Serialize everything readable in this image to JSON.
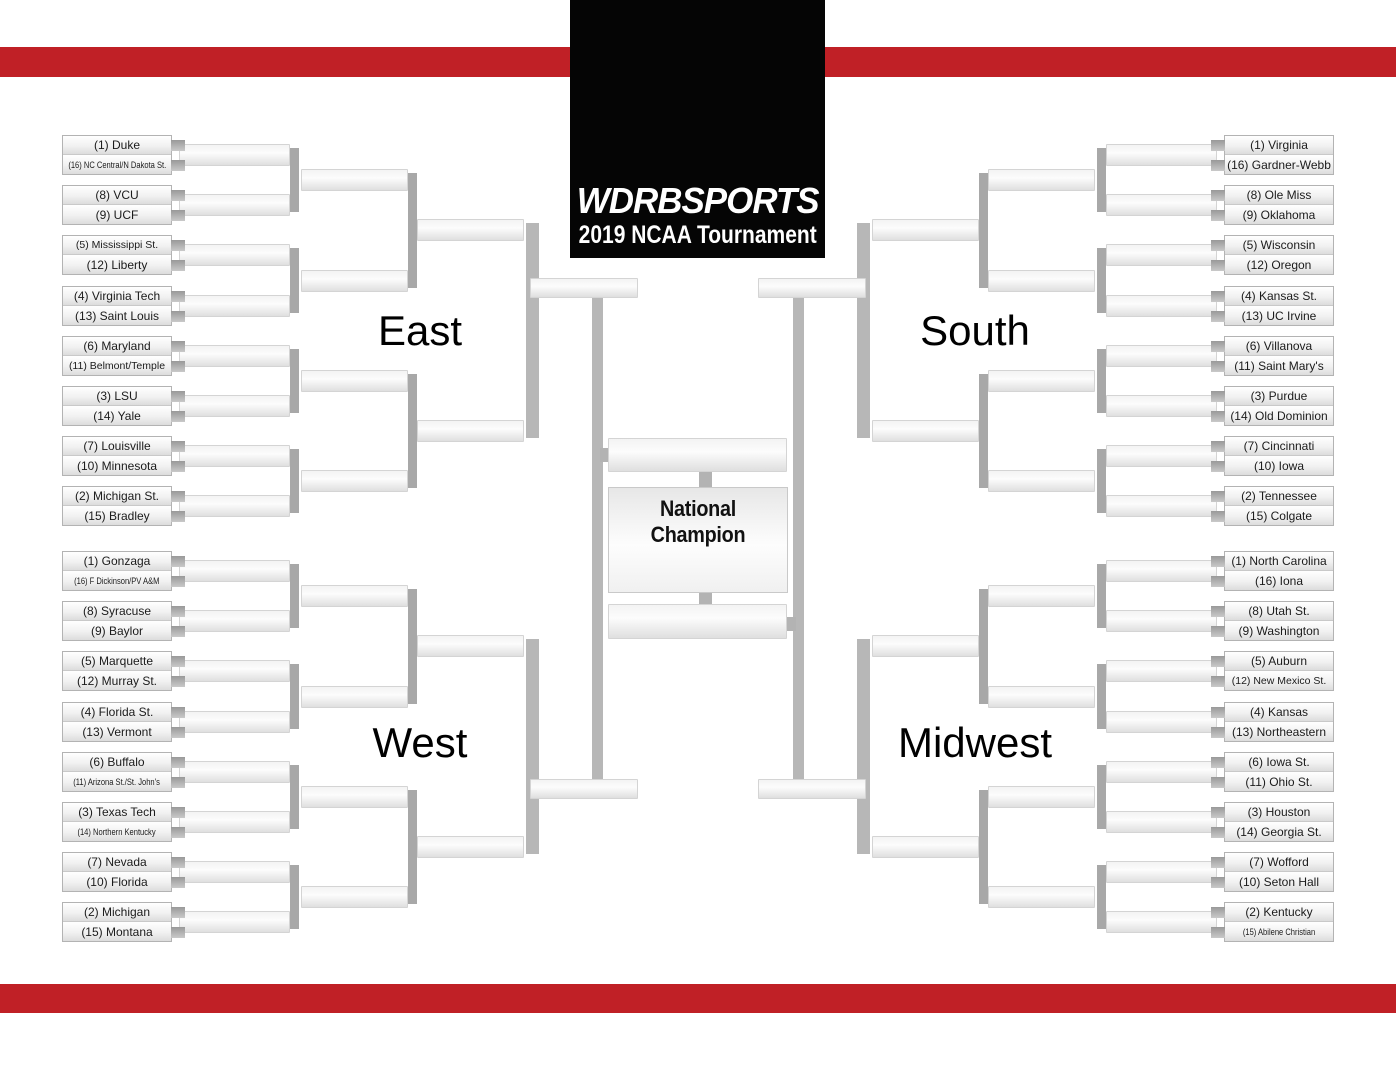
{
  "page": {
    "background": "#ffffff",
    "accent_red": "#c02026",
    "bracket_gray": "#b7b7b7",
    "logo_background": "#050505"
  },
  "header": {
    "title_bold": "WDRB",
    "title_italic": "SPORTS",
    "subtitle": "2019 NCAA Tournament"
  },
  "center": {
    "champion_label": "National Champion"
  },
  "regions": [
    {
      "id": "east",
      "label": "East",
      "side": "left",
      "position": "top",
      "matchups": [
        [
          "(1) Duke",
          "(16) NC Central/N Dakota St."
        ],
        [
          "(8) VCU",
          "(9) UCF"
        ],
        [
          "(5) Mississippi St.",
          "(12) Liberty"
        ],
        [
          "(4) Virginia Tech",
          "(13) Saint Louis"
        ],
        [
          "(6) Maryland",
          "(11) Belmont/Temple"
        ],
        [
          "(3) LSU",
          "(14) Yale"
        ],
        [
          "(7) Louisville",
          "(10) Minnesota"
        ],
        [
          "(2) Michigan St.",
          "(15) Bradley"
        ]
      ]
    },
    {
      "id": "south",
      "label": "South",
      "side": "right",
      "position": "top",
      "matchups": [
        [
          "(1) Virginia",
          "(16) Gardner-Webb"
        ],
        [
          "(8) Ole Miss",
          "(9) Oklahoma"
        ],
        [
          "(5) Wisconsin",
          "(12) Oregon"
        ],
        [
          "(4) Kansas St.",
          "(13) UC Irvine"
        ],
        [
          "(6) Villanova",
          "(11) Saint Mary's"
        ],
        [
          "(3) Purdue",
          "(14) Old Dominion"
        ],
        [
          "(7) Cincinnati",
          "(10) Iowa"
        ],
        [
          "(2) Tennessee",
          "(15) Colgate"
        ]
      ]
    },
    {
      "id": "west",
      "label": "West",
      "side": "left",
      "position": "bottom",
      "matchups": [
        [
          "(1) Gonzaga",
          "(16) F Dickinson/PV A&M"
        ],
        [
          "(8) Syracuse",
          "(9) Baylor"
        ],
        [
          "(5) Marquette",
          "(12) Murray St."
        ],
        [
          "(4) Florida St.",
          "(13) Vermont"
        ],
        [
          "(6) Buffalo",
          "(11) Arizona St./St. John's"
        ],
        [
          "(3) Texas Tech",
          "(14) Northern Kentucky"
        ],
        [
          "(7) Nevada",
          "(10) Florida"
        ],
        [
          "(2) Michigan",
          "(15) Montana"
        ]
      ]
    },
    {
      "id": "midwest",
      "label": "Midwest",
      "side": "right",
      "position": "bottom",
      "matchups": [
        [
          "(1) North Carolina",
          "(16) Iona"
        ],
        [
          "(8) Utah St.",
          "(9) Washington"
        ],
        [
          "(5) Auburn",
          "(12) New Mexico St."
        ],
        [
          "(4) Kansas",
          "(13) Northeastern"
        ],
        [
          "(6) Iowa St.",
          "(11) Ohio St."
        ],
        [
          "(3) Houston",
          "(14) Georgia St."
        ],
        [
          "(7) Wofford",
          "(10) Seton Hall"
        ],
        [
          "(2) Kentucky",
          "(15) Abilene Christian"
        ]
      ]
    }
  ]
}
